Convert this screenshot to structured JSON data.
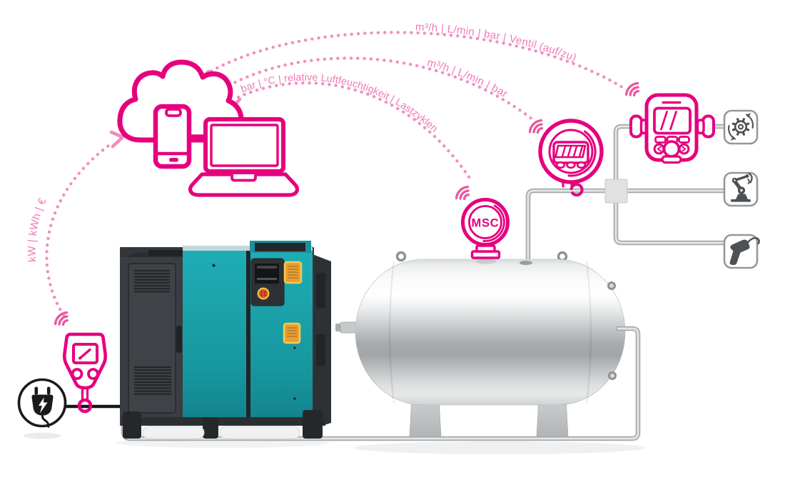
{
  "labels": {
    "arc_flow_consumers": "m³/h | L/min | bar | Ventil (auf/zu)",
    "arc_flow_tank": "m³/h | L/min | bar",
    "arc_compressor_climate": "bar | °C | relative Luftfeuchtigkeit | Lastzyklen",
    "arc_power": "kW | kWh | €",
    "msc": "MSC"
  },
  "colors": {
    "magenta": "#e6007e",
    "pink_dots": "#f18fc0",
    "pink_text": "#ee7bb4",
    "teal": "#18a1ab",
    "cabinet_dark": "#35383c",
    "pipe_gray": "#a7aaac",
    "tank_silver": "#c2c5c7",
    "warning_orange": "#e99d35",
    "icon_gray": "#4e5154",
    "cable_black": "#161616"
  },
  "icons": [
    "cloud-icon",
    "smartphone-icon",
    "laptop-icon",
    "wifi-waves-icon",
    "power-plug-icon",
    "power-meter-icon",
    "msc-sensor-icon",
    "flow-sensor-icon",
    "flow-meter-icon",
    "gear-process-icon",
    "robot-arm-icon",
    "blow-gun-icon"
  ]
}
